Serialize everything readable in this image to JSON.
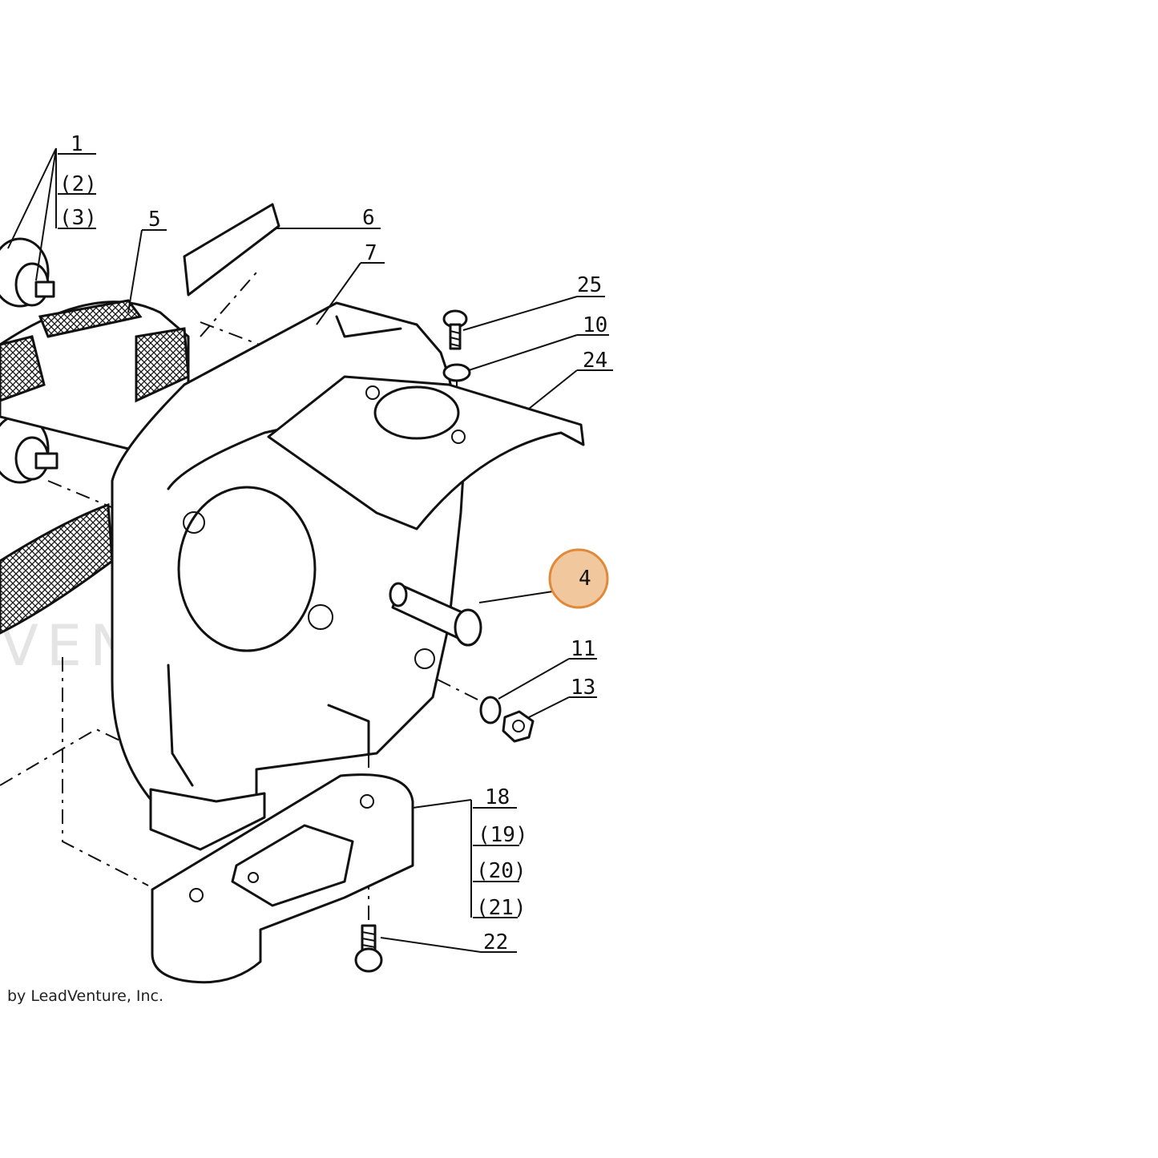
{
  "callouts": {
    "c1": "1",
    "c2": "(2)",
    "c3": "(3)",
    "c5": "5",
    "c6": "6",
    "c7": "7",
    "c25": "25",
    "c10": "10",
    "c24": "24",
    "c4": "4",
    "c11": "11",
    "c13": "13",
    "c18": "18",
    "c19": "(19)",
    "c20": "(20)",
    "c21": "(21)",
    "c22": "22"
  },
  "highlight": {
    "label": "4",
    "color": "#e0893a"
  },
  "watermark": "VENTURE",
  "credit": "by LeadVenture, Inc."
}
